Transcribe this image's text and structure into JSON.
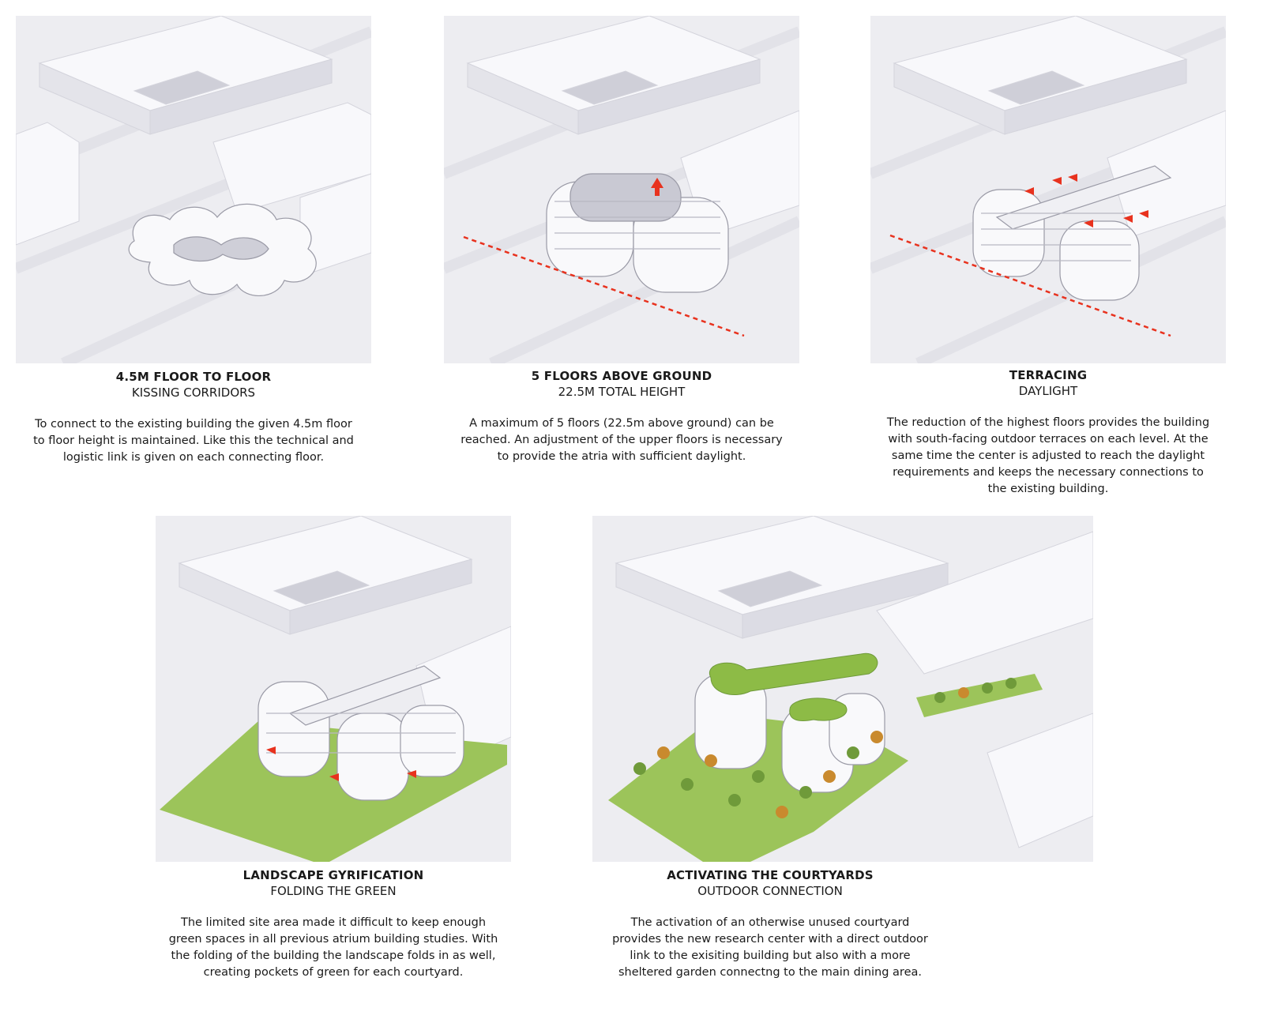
{
  "panels": [
    {
      "title": "4.5M FLOOR TO FLOOR",
      "subtitle": "KISSING CORRIDORS",
      "body": "To connect to the existing building the given 4.5m floor to floor height is maintained. Like this the technical and logistic link is given on each connecting floor."
    },
    {
      "title": "5 FLOORS ABOVE GROUND",
      "subtitle": "22.5M TOTAL HEIGHT",
      "body": "A maximum of 5 floors (22.5m above ground) can be reached. An adjustment of the upper floors is necessary to provide the atria with sufficient daylight."
    },
    {
      "title": "TERRACING",
      "subtitle": "DAYLIGHT",
      "body": "The reduction of the highest floors provides the building with south-facing outdoor terraces on each level. At the same time the center is adjusted to reach the daylight requirements and keeps the necessary connections to the existing building."
    },
    {
      "title": "LANDSCAPE GYRIFICATION",
      "subtitle": "FOLDING THE GREEN",
      "body": "The limited site area made it difficult to keep enough green spaces in all previous atrium building studies. With the folding of the building the landscape folds in as well, creating pockets of green for each courtyard."
    },
    {
      "title": "ACTIVATING THE COURTYARDS",
      "subtitle": "OUTDOOR CONNECTION",
      "body": "The activation of an otherwise unused courtyard provides the new research center with a direct outdoor link to the exisiting building but also with a more sheltered garden connectng to the main dining area."
    }
  ],
  "colors": {
    "context": "#eeeef2",
    "building": "#f7f7fa",
    "shadow": "#d6d6de",
    "red": "#e8321e",
    "green": "#9cc45a",
    "tree": "#6f9a3a",
    "autumn": "#c98a2e"
  }
}
